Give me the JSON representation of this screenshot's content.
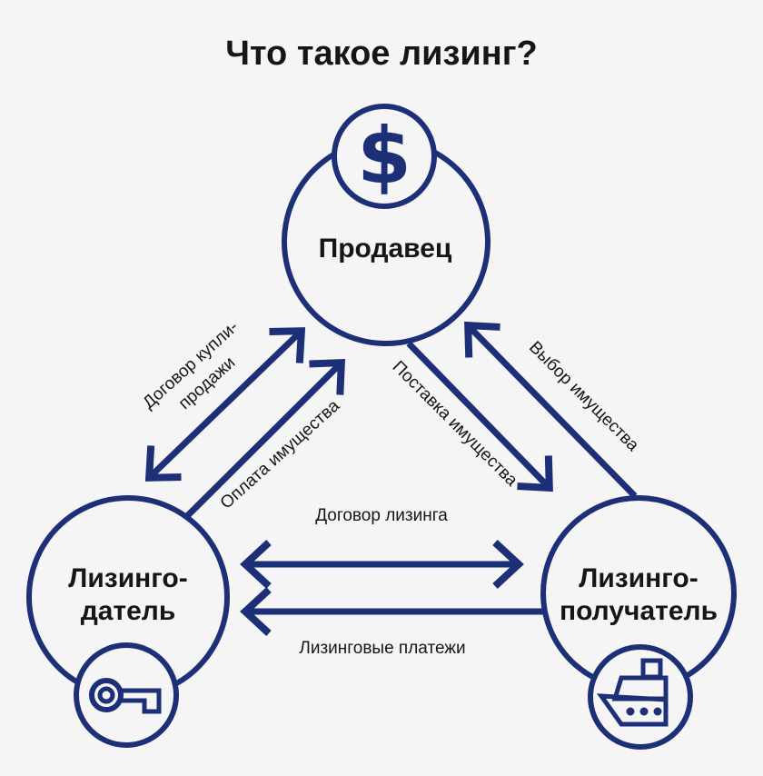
{
  "title": "Что такое лизинг?",
  "colors": {
    "accent": "#1d3077",
    "text": "#161616",
    "background": "#f5f5f6"
  },
  "nodes": {
    "seller": {
      "label": "Продавец",
      "icon": "dollar-icon",
      "icon_glyph": "$"
    },
    "lessor": {
      "label_line1": "Лизинго-",
      "label_line2": "датель",
      "icon": "key-icon"
    },
    "lessee": {
      "label_line1": "Лизинго-",
      "label_line2": "получатель",
      "icon": "ship-icon"
    }
  },
  "edges": {
    "purchase_agreement": {
      "label_line1": "Договор купли-",
      "label_line2": "продажи",
      "from": "lessor",
      "to": "seller",
      "direction": "bidirectional"
    },
    "property_payment": {
      "label": "Оплата имущества",
      "from": "lessor",
      "to": "seller",
      "direction": "one-way"
    },
    "property_delivery": {
      "label": "Поставка имущества",
      "from": "seller",
      "to": "lessee",
      "direction": "one-way"
    },
    "property_choice": {
      "label": "Выбор имущества",
      "from": "lessee",
      "to": "seller",
      "direction": "one-way"
    },
    "leasing_agreement": {
      "label": "Договор лизинга",
      "from": "lessor",
      "to": "lessee",
      "direction": "bidirectional"
    },
    "leasing_payments": {
      "label": "Лизинговые платежи",
      "from": "lessee",
      "to": "lessor",
      "direction": "one-way"
    }
  }
}
